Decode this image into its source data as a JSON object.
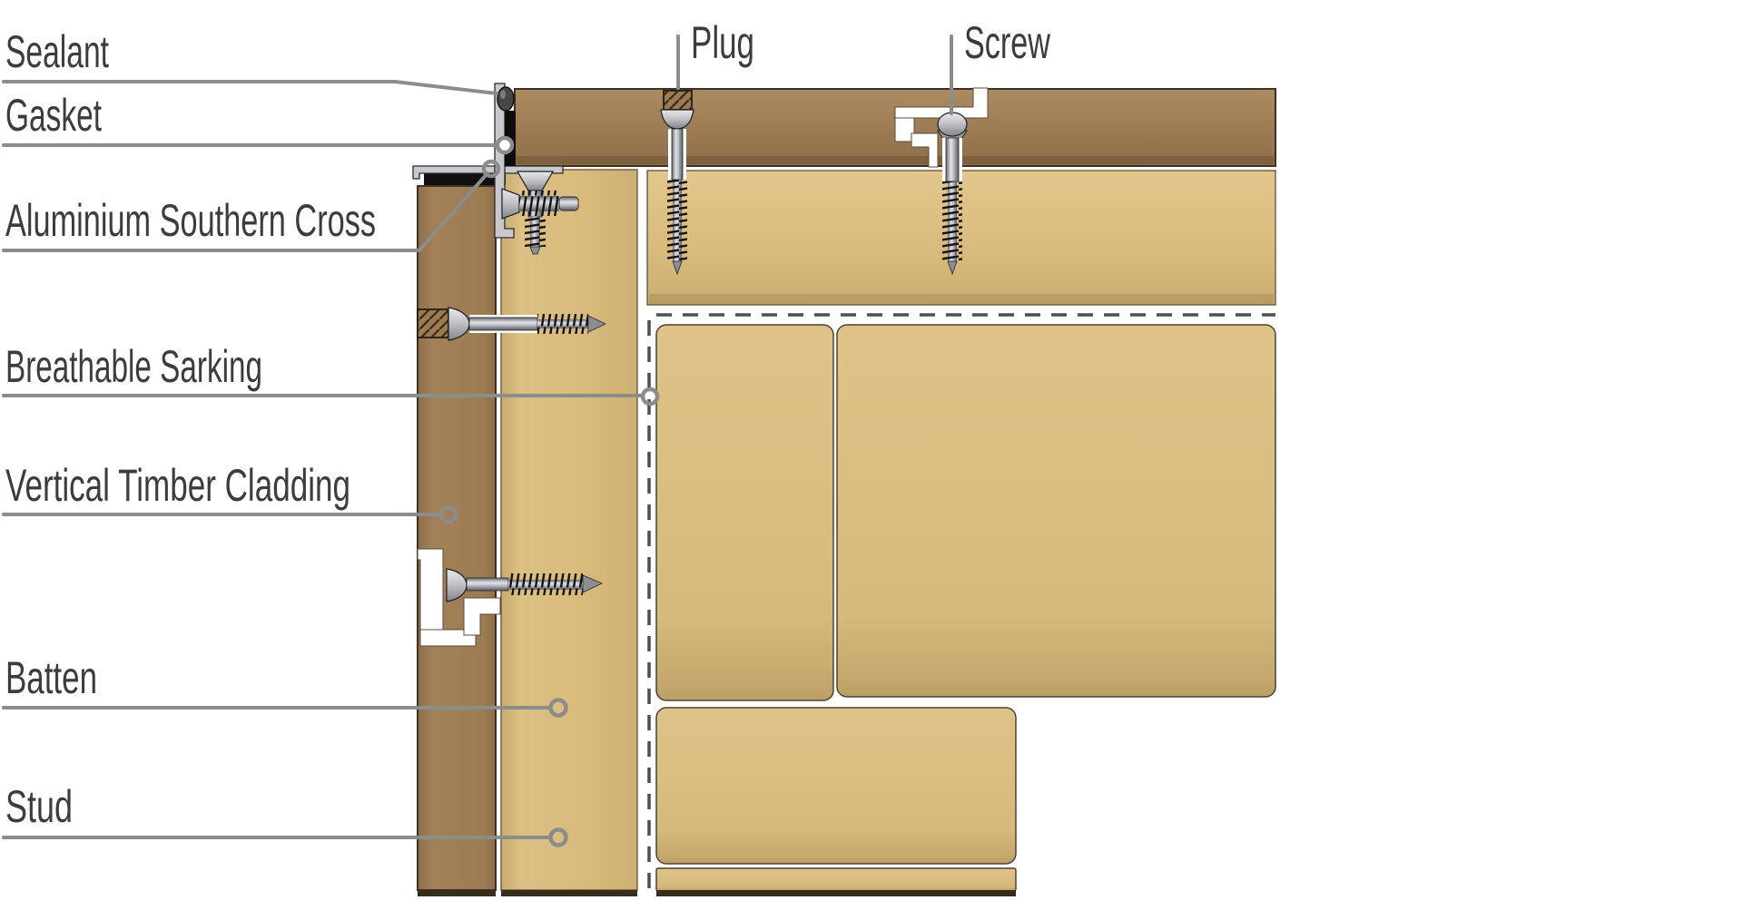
{
  "diagram": {
    "type": "construction-detail-section",
    "labels": {
      "sealant": "Sealant",
      "gasket": "Gasket",
      "aluminium_southern_cross": "Aluminium Southern Cross",
      "breathable_sarking": "Breathable Sarking",
      "vertical_timber_cladding": "Vertical Timber Cladding",
      "batten": "Batten",
      "stud": "Stud",
      "plug": "Plug",
      "screw": "Screw"
    },
    "colors": {
      "background": "#ffffff",
      "timber_cladding": "#9d7c55",
      "timber_cladding_edge": "#3e3122",
      "batten_timber": "#d8bb7c",
      "insulation": "#d7bb7f",
      "insulation_outline": "#4e4234",
      "bottom_edge_dark": "#372d1f",
      "leader_line": "#8c8c8c",
      "label_text": "#3c3c3c",
      "aluminium": "#c9c9cd",
      "gasket_black": "#0d0d0d",
      "sealant_grey": "#474747",
      "screw_metal": "#b9b9bf",
      "sarking_dash": "#4f4f4f"
    }
  }
}
